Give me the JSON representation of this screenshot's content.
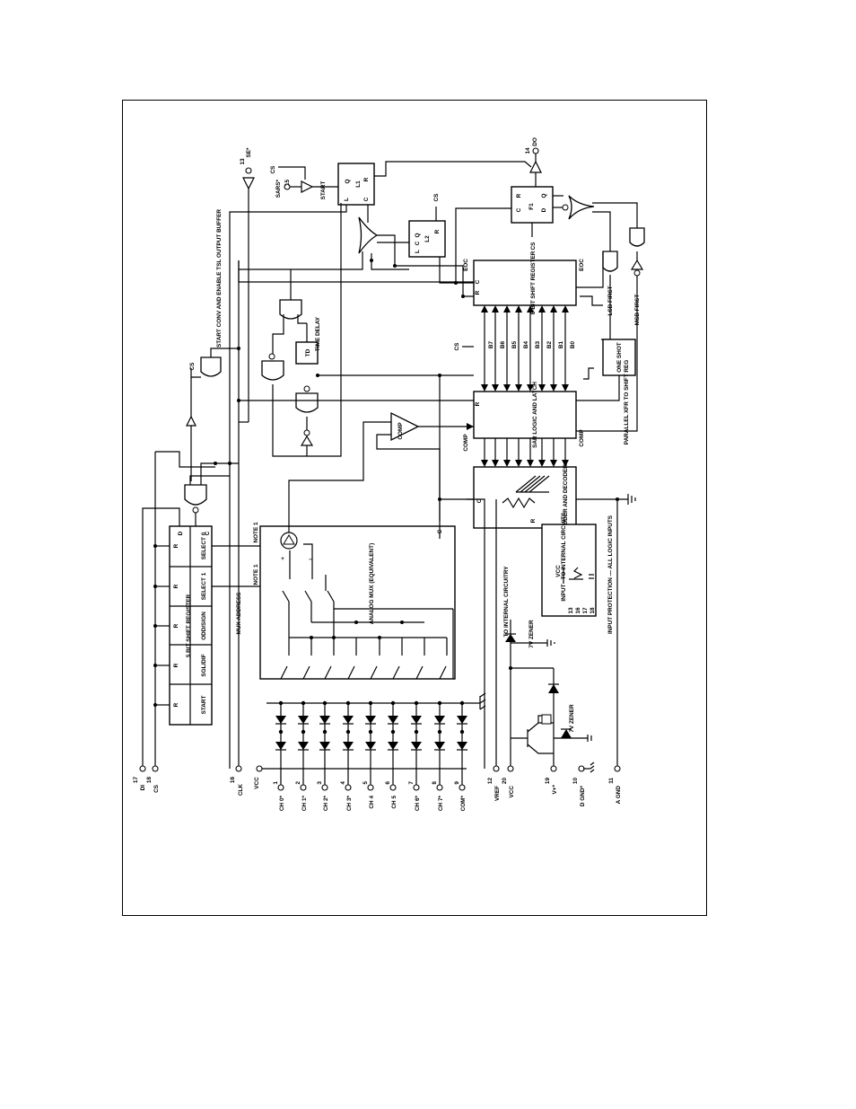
{
  "diagram": {
    "pins": {
      "di": {
        "num": "17",
        "name": "DI"
      },
      "cs": {
        "num": "18",
        "name": "CS"
      },
      "clk": {
        "num": "16",
        "name": "CLK"
      },
      "vcc_in": {
        "name": "VCC"
      },
      "channels": [
        {
          "num": "1",
          "name": "CH 0*"
        },
        {
          "num": "2",
          "name": "CH 1*"
        },
        {
          "num": "3",
          "name": "CH 2*"
        },
        {
          "num": "4",
          "name": "CH 3*"
        },
        {
          "num": "5",
          "name": "CH 4"
        },
        {
          "num": "6",
          "name": "CH 5"
        },
        {
          "num": "7",
          "name": "CH 6*"
        },
        {
          "num": "8",
          "name": "CH 7*"
        },
        {
          "num": "9",
          "name": "COM*"
        }
      ],
      "vref": {
        "num": "12",
        "name": "VREF"
      },
      "vcc": {
        "num": "20",
        "name": "VCC"
      },
      "vplus": {
        "num": "19",
        "name": "V+*"
      },
      "dgnd": {
        "num": "10",
        "name": "D GND*"
      },
      "agnd": {
        "num": "11",
        "name": "A GND"
      },
      "se": {
        "num": "13",
        "name": "SE*"
      },
      "sars": {
        "num": "15",
        "name": "SARS*"
      },
      "do": {
        "num": "14",
        "name": "DO"
      }
    },
    "shift_register": {
      "title": "5 BIT SHIFT REGISTER",
      "cells": [
        "START",
        "SGL/DIF",
        "ODD/SIGN",
        "SELECT 1",
        "SELECT 0"
      ],
      "r": "R",
      "d": "D",
      "c": "C"
    },
    "mux": {
      "title": "ANALOG MUX (EQUIVALENT)",
      "note": "NOTE 1",
      "address": "MUX ADDRESS",
      "c": "C",
      "plus": "+",
      "minus": "−"
    },
    "ladder": {
      "title": "LADDER AND DECODER",
      "c": "C",
      "r": "R"
    },
    "sar": {
      "title": "SAR LOGIC AND LATCH",
      "comp": "COMP",
      "r": "R"
    },
    "shift8": {
      "title": "8-BIT SHIFT REGISTER",
      "eoc": "EOC",
      "r": "R",
      "c": "C"
    },
    "bits": [
      "B7",
      "B6",
      "B5",
      "B4",
      "B3",
      "B2",
      "B1",
      "B0"
    ],
    "comp": {
      "label": "COMP"
    },
    "time_delay": {
      "label": "TIME DELAY",
      "td": "TD"
    },
    "one_shot": {
      "label": "ONE SHOT"
    },
    "parallel_xfr": "PARALLEL XFR TO SHIFT REG",
    "lsb_first": "LSB FIRST",
    "msb_first": "MSB FIRST",
    "start_conv": "START CONV AND ENABLE TSL OUTPUT BUFFER",
    "start": "START",
    "latch_l1": {
      "name": "L1",
      "q": "Q",
      "l": "L",
      "c": "C",
      "r": "R"
    },
    "latch_l2": {
      "name": "L2",
      "q": "Q",
      "l": "L",
      "c": "C",
      "r": "R"
    },
    "ff_f1": {
      "name": "F1",
      "c": "C",
      "d": "D",
      "q": "Q",
      "r": "R"
    },
    "cs_labels": [
      "CS",
      "CS",
      "CS",
      "CS"
    ],
    "zener": "7V ZENER",
    "to_internal": "TO INTERNAL CIRCUITRY",
    "protection": {
      "input": "INPUT",
      "pins": [
        "13",
        "16",
        "17",
        "18"
      ],
      "vcc": "VCC",
      "to": "TO INTERNAL CIRCUITS",
      "caption": "INPUT PROTECTION — ALL LOGIC INPUTS"
    }
  }
}
